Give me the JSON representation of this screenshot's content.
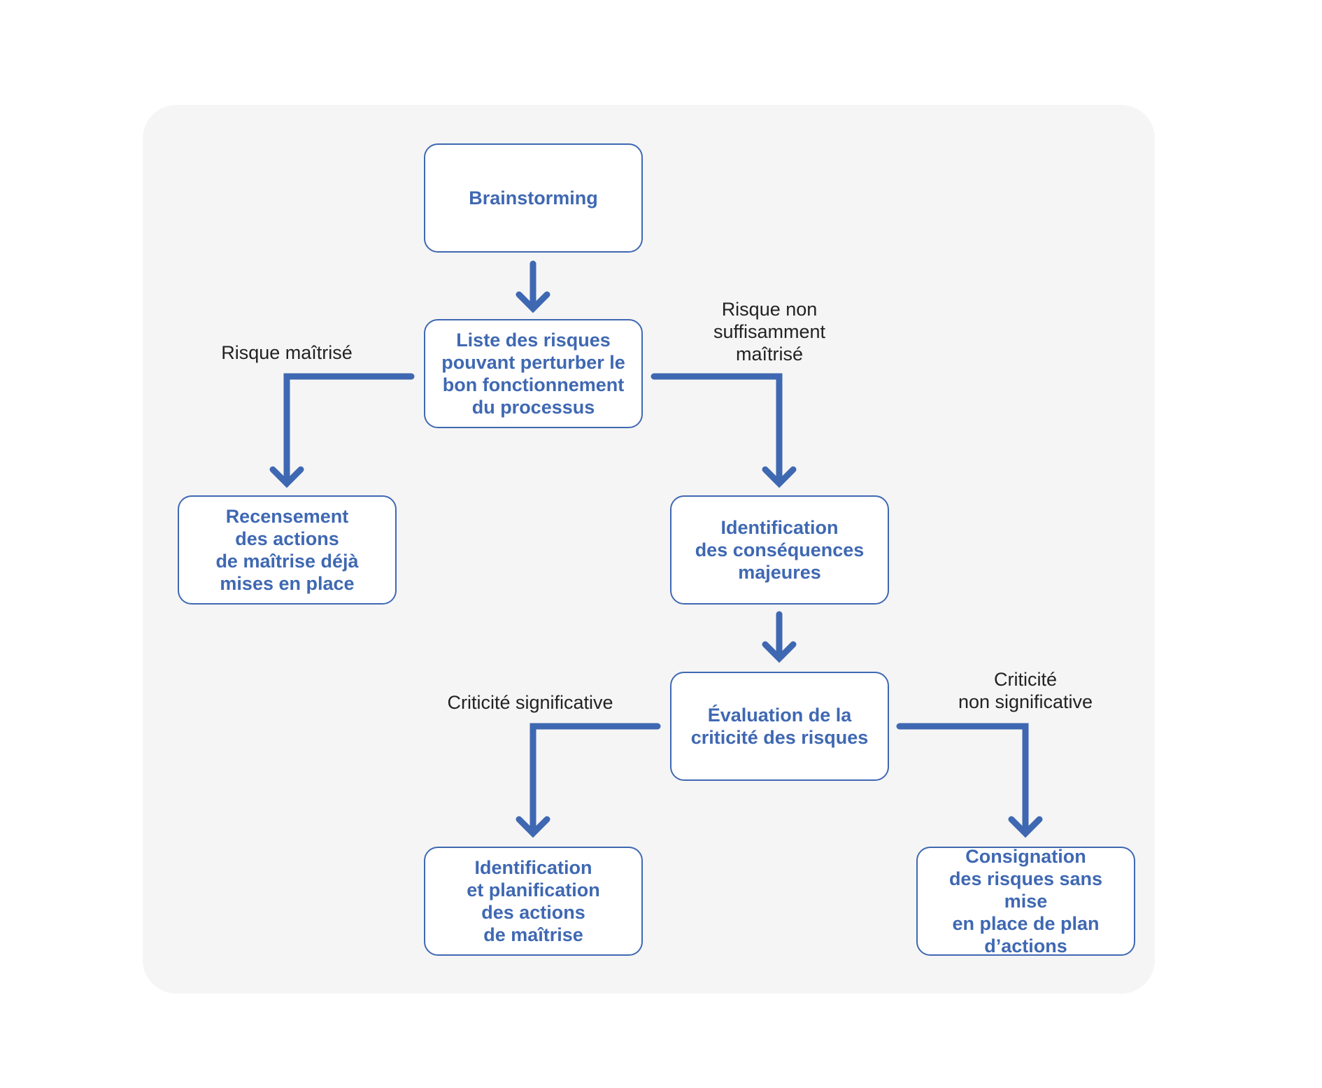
{
  "nodes": {
    "brainstorming": "Brainstorming",
    "risk_list": "Liste des risques\npouvant perturber le\nbon fonctionnement\ndu processus",
    "inventory_actions": "Recensement\ndes actions\nde maîtrise déjà\nmises en place",
    "identify_consequences": "Identification\ndes conséquences\nmajeures",
    "evaluate_criticity": "Évaluation de la\ncriticité des risques",
    "plan_actions": "Identification\net planification\ndes actions\nde maîtrise",
    "record_risks": "Consignation\ndes risques sans mise\nen place de plan\nd’actions"
  },
  "labels": {
    "risk_controlled": "Risque maîtrisé",
    "risk_not_controlled": "Risque non\nsuffisamment\nmaîtrisé",
    "significant": "Criticité significative",
    "not_significant": "Criticité\nnon significative"
  },
  "colors": {
    "accent": "#3f68b2",
    "panel": "#f5f5f5",
    "label_text": "#222222"
  }
}
